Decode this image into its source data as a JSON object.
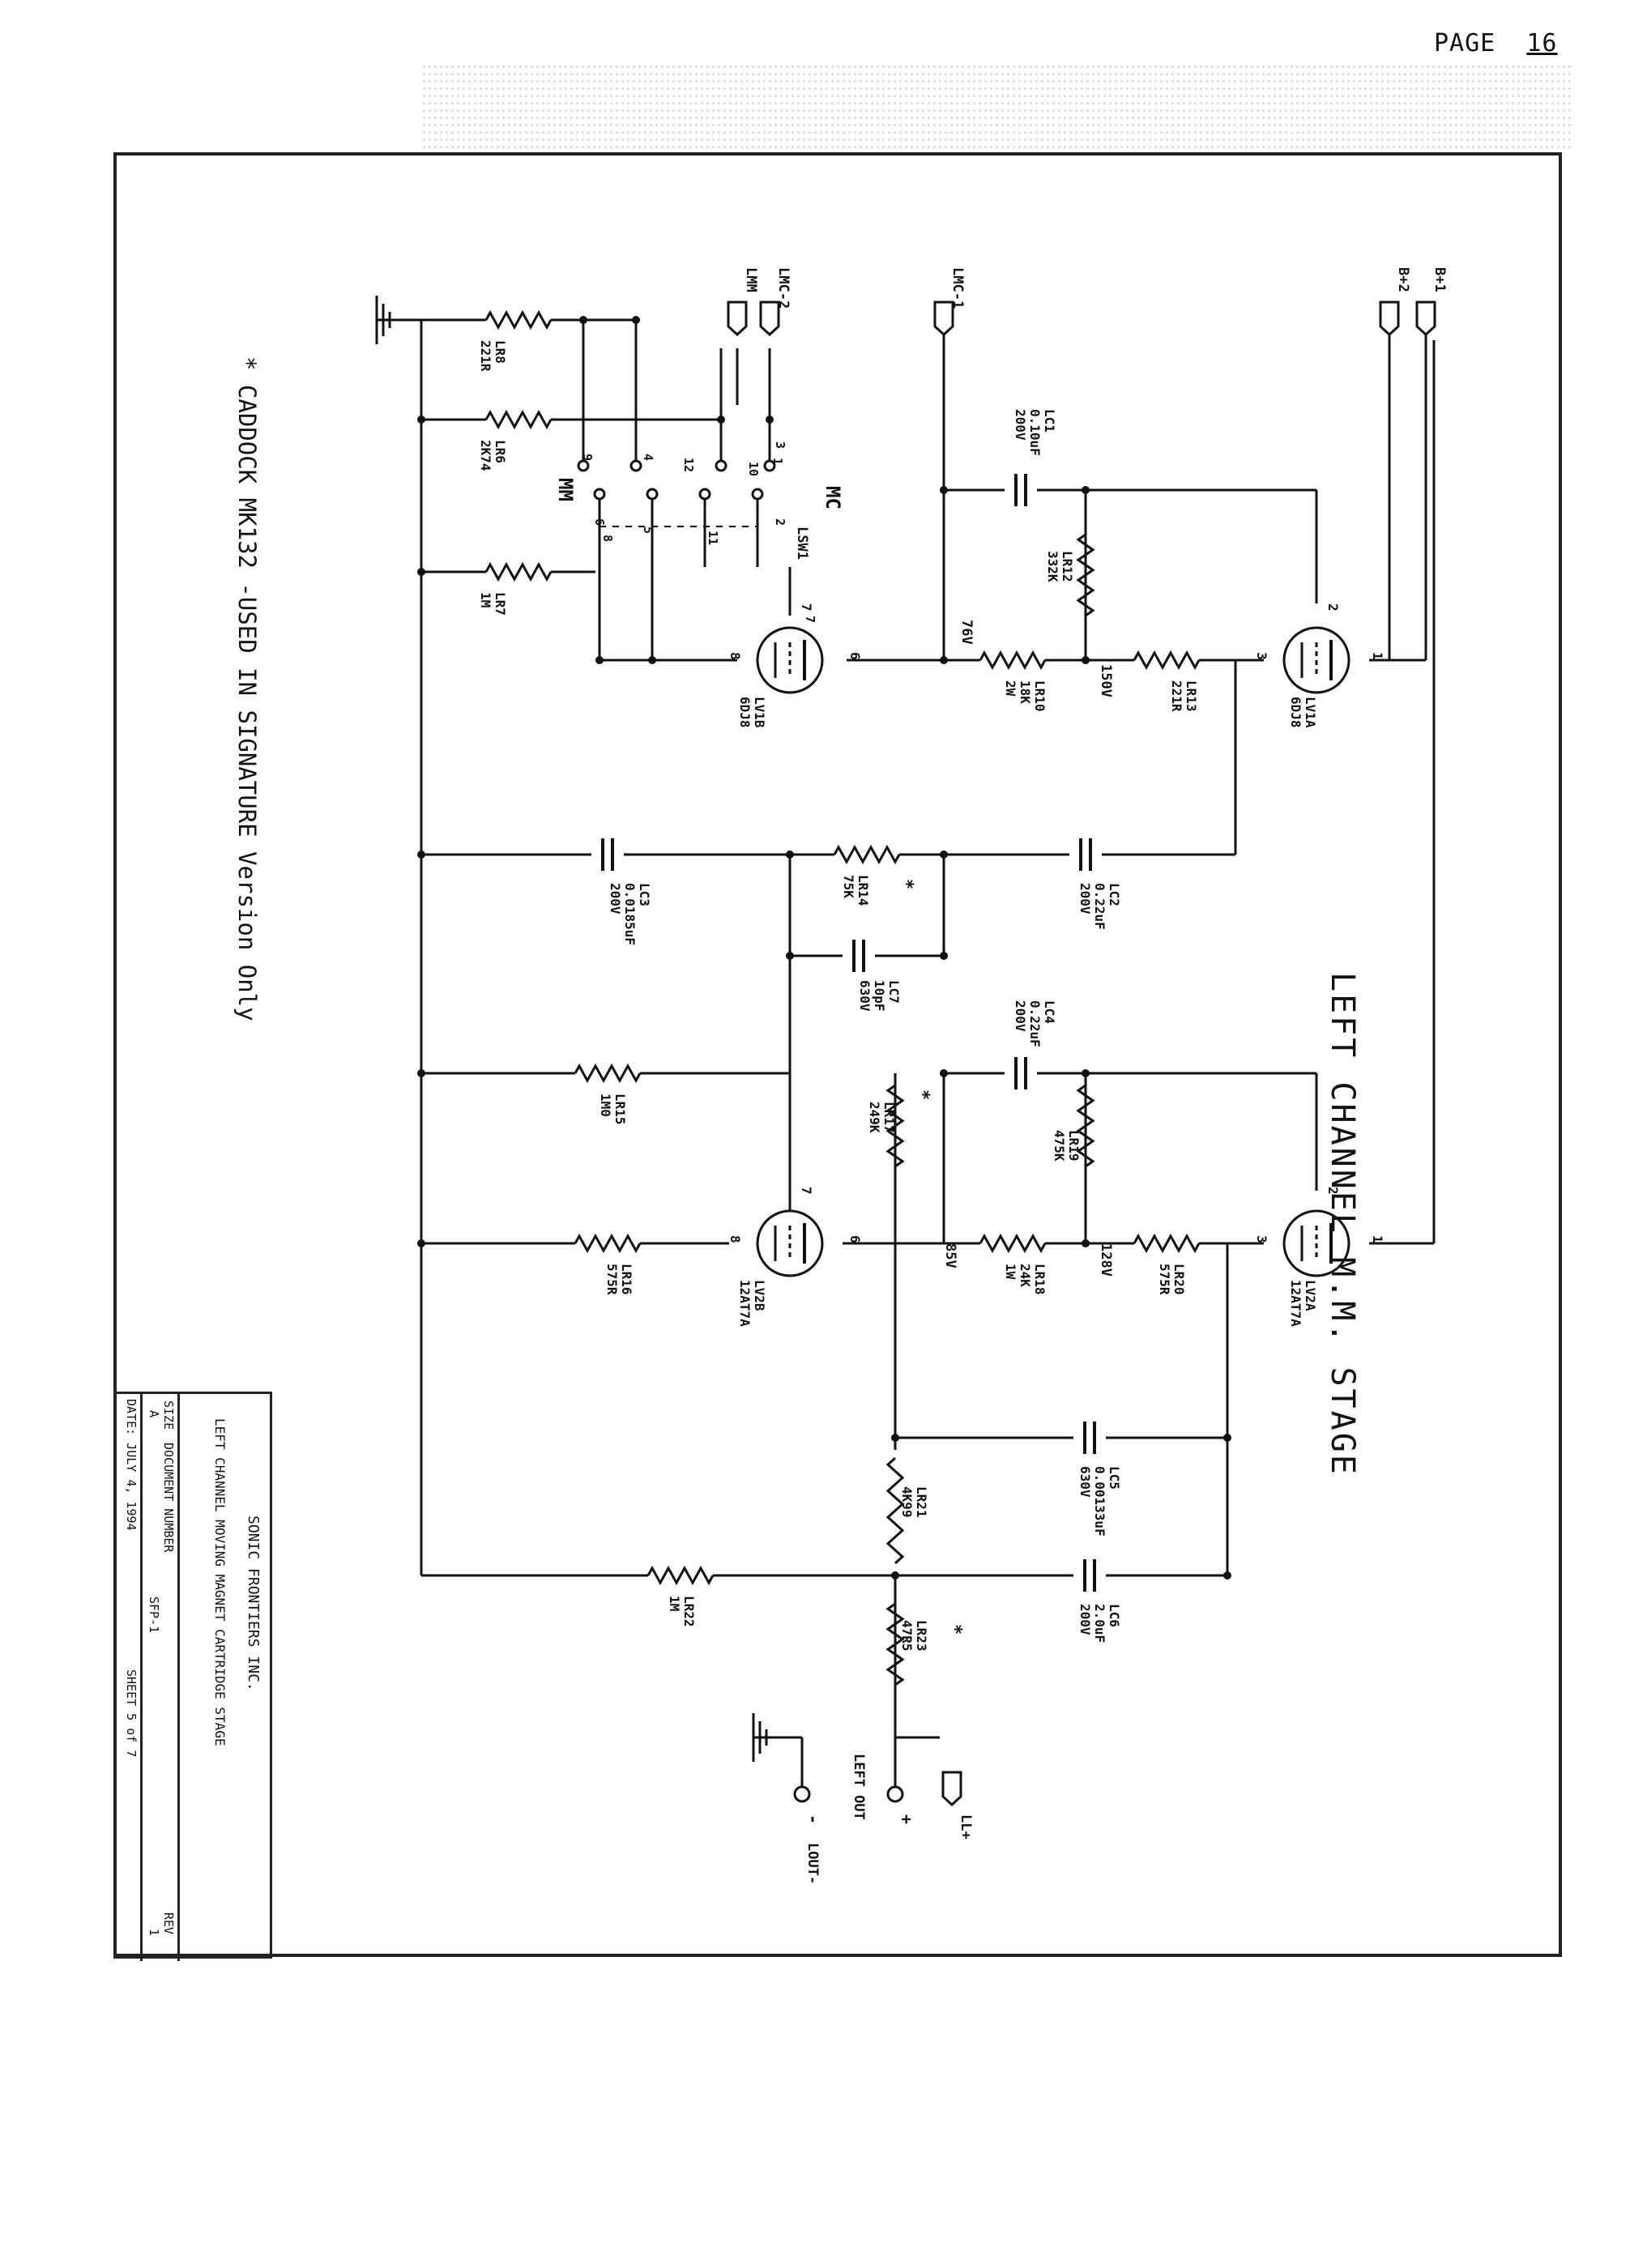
{
  "page": {
    "label": "PAGE",
    "number": "16"
  },
  "title": "LEFT CHANNEL M.M. STAGE",
  "note": "* CADDOCK MK132 -USED IN SIGNATURE Version Only",
  "title_block": {
    "company": "SONIC FRONTIERS INC.",
    "drawing_title": "LEFT CHANNEL MOVING MAGNET CARTRIDGE STAGE",
    "size_label": "SIZE",
    "size": "A",
    "doc_label": "DOCUMENT NUMBER",
    "doc_number": "SFP-1",
    "rev_label": "REV",
    "rev": "1",
    "date": "DATE: JULY 4, 1994",
    "sheet": "SHEET 5 of 7"
  },
  "connectors": {
    "b1": "B+1",
    "b2": "B+2",
    "lmc1": "LMC-1",
    "lmc2": "LMC-2",
    "lmm": "LMM",
    "ll": "LL+",
    "lout_p": "+",
    "lout_m": "-",
    "lout_label": "LOUT-",
    "left_out": "LEFT OUT"
  },
  "switch": {
    "ref": "LSW1",
    "mc": "MC",
    "mm": "MM",
    "pins": [
      "1",
      "2",
      "3",
      "4",
      "5",
      "6",
      "7",
      "8",
      "9",
      "10",
      "11",
      "12"
    ]
  },
  "tubes": {
    "lv1a": {
      "ref": "LV1A",
      "type": "6DJ8",
      "pins": [
        "1",
        "2",
        "3"
      ]
    },
    "lv1b": {
      "ref": "LV1B",
      "type": "6DJ8",
      "pins": [
        "6",
        "7",
        "8"
      ]
    },
    "lv2a": {
      "ref": "LV2A",
      "type": "12AT7A",
      "pins": [
        "1",
        "2",
        "3"
      ]
    },
    "lv2b": {
      "ref": "LV2B",
      "type": "12AT7A",
      "pins": [
        "6",
        "7",
        "8"
      ]
    }
  },
  "resistors": {
    "lr8": {
      "ref": "LR8",
      "value": "221R"
    },
    "lr6": {
      "ref": "LR6",
      "value": "2K74"
    },
    "lr7": {
      "ref": "LR7",
      "value": "1M"
    },
    "lr12": {
      "ref": "LR12",
      "value": "332K"
    },
    "lr10": {
      "ref": "LR10",
      "value": "18K",
      "extra": "2W"
    },
    "lr13": {
      "ref": "LR13",
      "value": "221R"
    },
    "lr14": {
      "ref": "LR14",
      "value": "75K"
    },
    "lr15": {
      "ref": "LR15",
      "value": "1M0"
    },
    "lr17": {
      "ref": "LR17",
      "value": "249K"
    },
    "lr19": {
      "ref": "LR19",
      "value": "475K"
    },
    "lr16": {
      "ref": "LR16",
      "value": "575R"
    },
    "lr18": {
      "ref": "LR18",
      "value": "24K",
      "extra": "1W"
    },
    "lr20": {
      "ref": "LR20",
      "value": "575R"
    },
    "lr21": {
      "ref": "LR21",
      "value": "4K99"
    },
    "lr22": {
      "ref": "LR22",
      "value": "1M"
    },
    "lr23": {
      "ref": "LR23",
      "value": "47R5"
    }
  },
  "capacitors": {
    "lc1": {
      "ref": "LC1",
      "value": "0.10uF",
      "voltage": "200V"
    },
    "lc2": {
      "ref": "LC2",
      "value": "0.22uF",
      "voltage": "200V"
    },
    "lc3": {
      "ref": "LC3",
      "value": "0.0185uF",
      "voltage": "200V"
    },
    "lc4": {
      "ref": "LC4",
      "value": "0.22uF",
      "voltage": "200V"
    },
    "lc5": {
      "ref": "LC5",
      "value": "0.00133uF",
      "voltage": "630V"
    },
    "lc6": {
      "ref": "LC6",
      "value": "2.0uF",
      "voltage": "200V"
    },
    "lc7": {
      "ref": "LC7",
      "value": "10pF",
      "voltage": "630V"
    }
  },
  "voltages": {
    "v76": "76V",
    "v150": "150V",
    "v85": "85V",
    "v128": "128V"
  },
  "markers": {
    "star": "*"
  }
}
